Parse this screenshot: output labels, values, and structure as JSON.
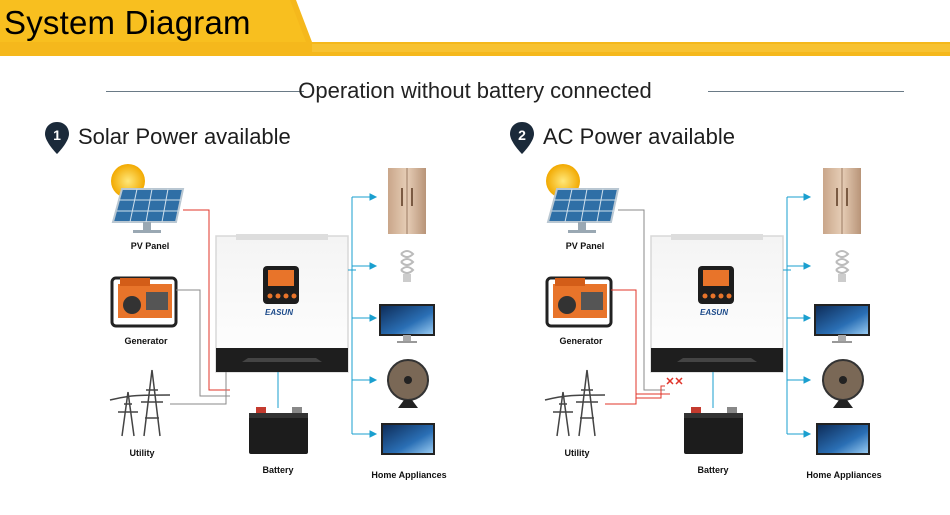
{
  "header": {
    "title": "System Diagram"
  },
  "subtitle": "Operation without battery connected",
  "sections": [
    {
      "number": "1",
      "title": "Solar Power available"
    },
    {
      "number": "2",
      "title": "AC Power available"
    }
  ],
  "labels": {
    "pv_panel": "PV Panel",
    "generator": "Generator",
    "utility": "Utility",
    "battery": "Battery",
    "home_appliances": "Home Appliances",
    "brand": "EASUN"
  },
  "colors": {
    "header_accent": "#f5b81c",
    "header_box": "#f8bf1f",
    "pv_line": "#e0342a",
    "ac_line": "#e0342a",
    "load_line": "#1a9fcf",
    "pin": "#1b2a3a"
  }
}
